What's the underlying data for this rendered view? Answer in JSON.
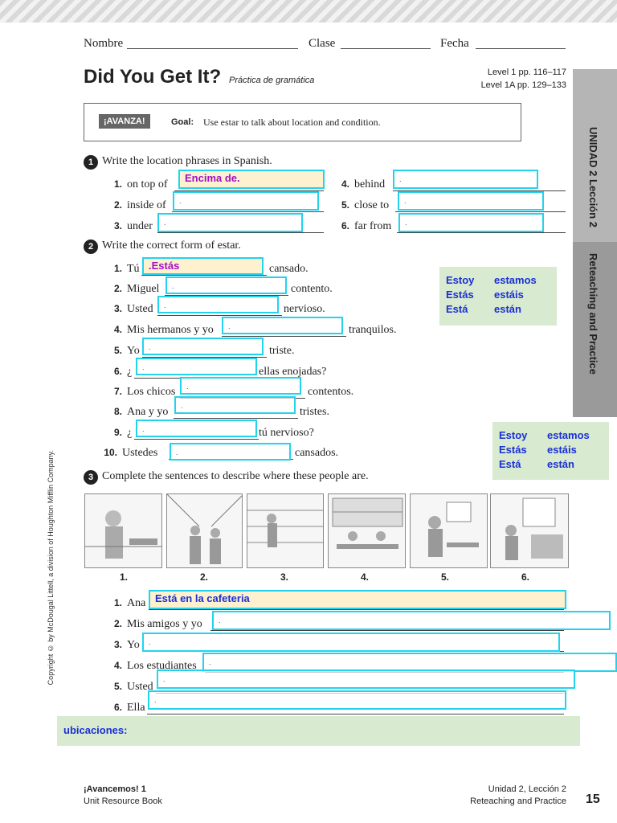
{
  "header": {
    "nombre": "Nombre",
    "clase": "Clase",
    "fecha": "Fecha",
    "title": "Did You Get It?",
    "subtitle": "Práctica de gramática",
    "level1": "Level 1 pp. 116–117",
    "level1a": "Level 1A pp. 129–133"
  },
  "goal": {
    "badge": "¡AVANZA!",
    "label": "Goal:",
    "text": "Use estar to talk about location and condition."
  },
  "sidebar": {
    "unit": "UNIDAD 2 Lección 2",
    "section": "Reteaching and Practice"
  },
  "q1": {
    "number": "1",
    "instruction": "Write the location phrases in Spanish.",
    "items": [
      {
        "num": "1.",
        "prompt": "on top of",
        "answer": "Encima de."
      },
      {
        "num": "4.",
        "prompt": "behind",
        "answer": "."
      },
      {
        "num": "2.",
        "prompt": "inside of",
        "answer": "."
      },
      {
        "num": "5.",
        "prompt": "close to",
        "answer": "."
      },
      {
        "num": "3.",
        "prompt": "under",
        "answer": "."
      },
      {
        "num": "6.",
        "prompt": "far from",
        "answer": "."
      }
    ]
  },
  "q2": {
    "number": "2",
    "instruction": "Write the correct form of estar.",
    "items": [
      {
        "num": "1.",
        "pre": "Tú",
        "post": "cansado.",
        "answer": ".Estás"
      },
      {
        "num": "2.",
        "pre": "Miguel",
        "post": "contento.",
        "answer": "."
      },
      {
        "num": "3.",
        "pre": "Usted",
        "post": "nervioso.",
        "answer": "."
      },
      {
        "num": "4.",
        "pre": "Mis hermanos y yo",
        "post": "tranquilos.",
        "answer": "."
      },
      {
        "num": "5.",
        "pre": "Yo",
        "post": "triste.",
        "answer": "."
      },
      {
        "num": "6.",
        "pre": "¿",
        "post": "ellas enojadas?",
        "answer": "."
      },
      {
        "num": "7.",
        "pre": "Los chicos",
        "post": "contentos.",
        "answer": "."
      },
      {
        "num": "8.",
        "pre": "Ana y yo",
        "post": "tristes.",
        "answer": "."
      },
      {
        "num": "9.",
        "pre": "¿",
        "post": "tú nervioso?",
        "answer": "."
      },
      {
        "num": "10.",
        "pre": "Ustedes",
        "post": "cansados.",
        "answer": "."
      }
    ]
  },
  "conjugation": [
    [
      "Estoy",
      "estamos"
    ],
    [
      "Estás",
      "estáis"
    ],
    [
      "Está",
      "están"
    ]
  ],
  "q3": {
    "number": "3",
    "instruction": "Complete the sentences to describe where these people are.",
    "pic_labels": [
      "1.",
      "2.",
      "3.",
      "4.",
      "5.",
      "6."
    ],
    "items": [
      {
        "num": "1.",
        "pre": "Ana",
        "answer": "Está  en la cafeteria"
      },
      {
        "num": "2.",
        "pre": "Mis amigos y yo",
        "answer": "."
      },
      {
        "num": "3.",
        "pre": "Yo",
        "answer": "."
      },
      {
        "num": "4.",
        "pre": "Los estudiantes",
        "answer": "."
      },
      {
        "num": "5.",
        "pre": "Usted",
        "answer": "."
      },
      {
        "num": "6.",
        "pre": "Ella",
        "answer": "."
      }
    ]
  },
  "ubicaciones": "ubicaciones:",
  "copyright": "Copyright © by McDougal Littell, a division of Houghton Mifflin Company.",
  "footer": {
    "book": "¡Avancemos! 1",
    "sub": "Unit Resource Book",
    "unit": "Unidad 2, Lección 2",
    "section": "Reteaching and Practice",
    "page": "15"
  }
}
